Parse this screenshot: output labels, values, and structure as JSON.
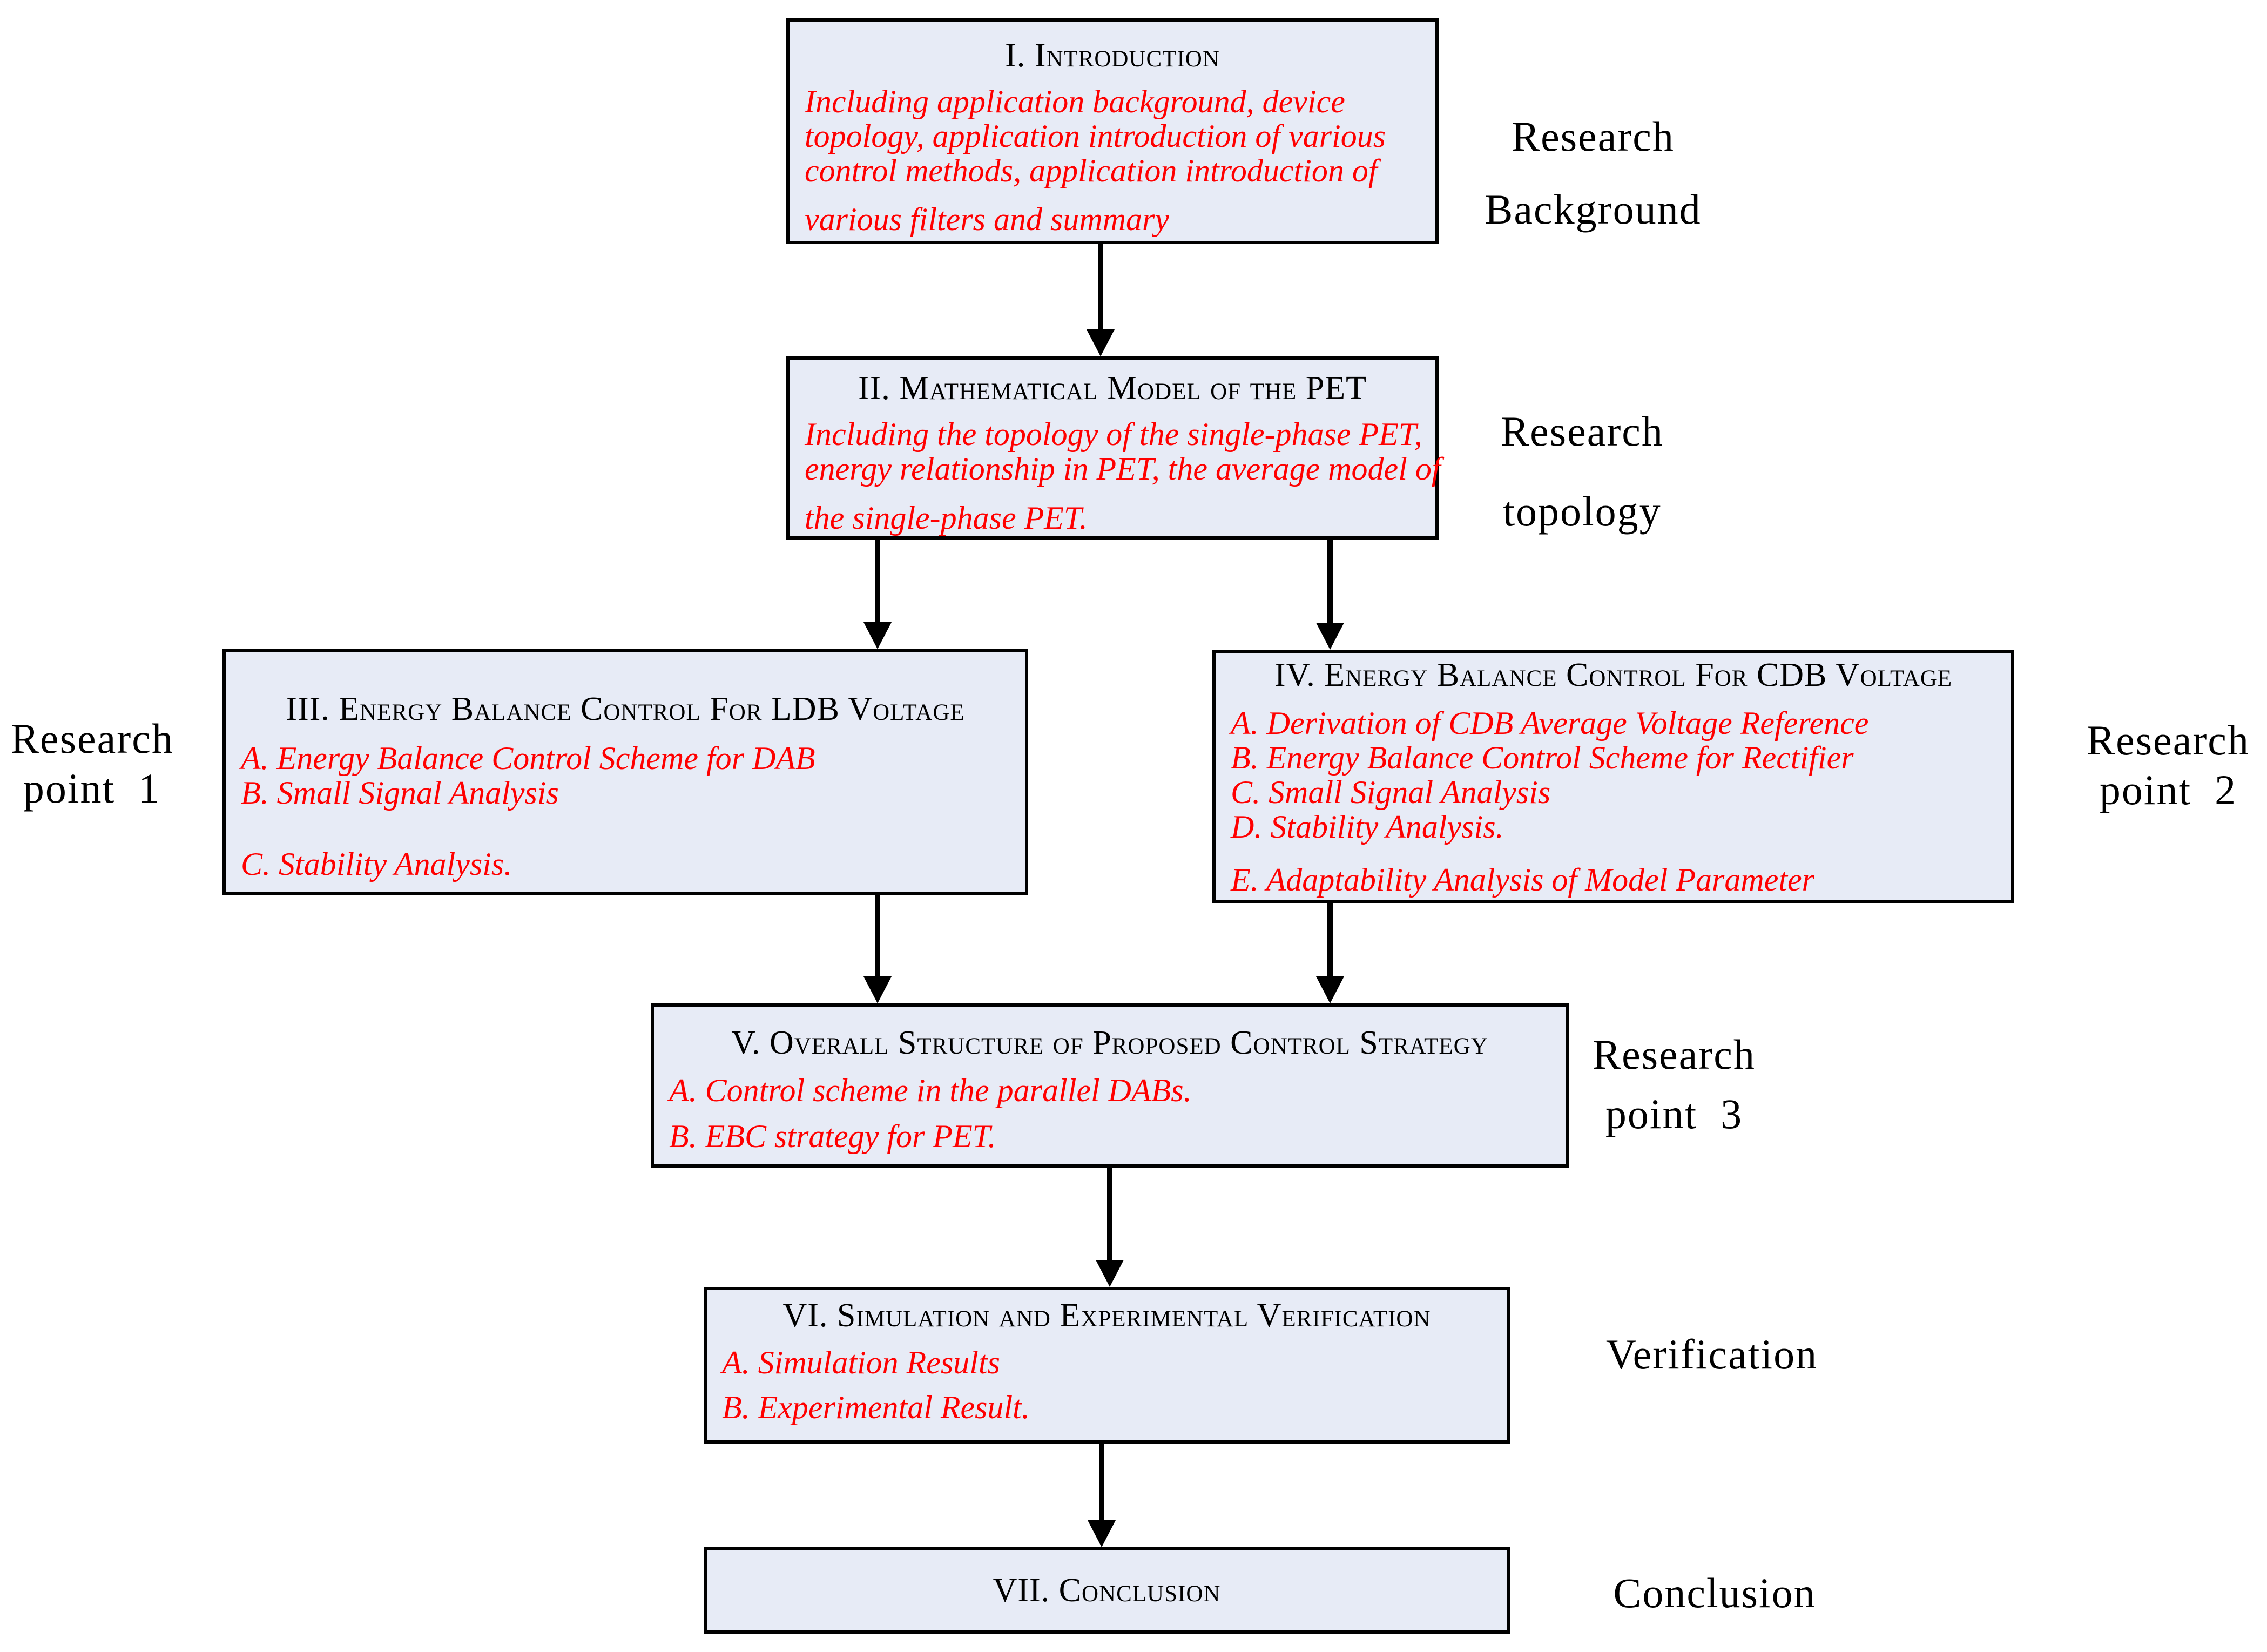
{
  "diagram": {
    "colors": {
      "background": "#ffffff",
      "box_fill": "#e7ebf6",
      "box_border": "#000000",
      "title_text": "#000000",
      "detail_text": "#ff0000",
      "label_text": "#000000"
    },
    "boxes": [
      {
        "title": "I. Introduction",
        "details": [
          "Including application background, device",
          "topology, application introduction of various",
          "control methods, application introduction of",
          "various filters and summary"
        ]
      },
      {
        "title": "II. Mathematical Model of the PET",
        "details": [
          "Including the topology of the single-phase PET,",
          "energy relationship in PET, the average model of",
          "the single-phase PET."
        ]
      },
      {
        "title": "III. Energy Balance Control For LDB Voltage",
        "details": [
          "A. Energy Balance Control Scheme for DAB",
          "B. Small Signal Analysis",
          "C. Stability Analysis."
        ]
      },
      {
        "title": "IV. Energy Balance Control For CDB Voltage",
        "details": [
          "A. Derivation of CDB Average Voltage Reference",
          "B. Energy Balance Control Scheme for Rectifier",
          "C. Small Signal Analysis",
          "D. Stability Analysis.",
          "E. Adaptability Analysis of Model Parameter"
        ]
      },
      {
        "title": "V. Overall Structure of Proposed Control Strategy",
        "details": [
          "A. Control scheme in the parallel DABs.",
          "B. EBC strategy for PET."
        ]
      },
      {
        "title": "VI. Simulation and Experimental Verification",
        "details": [
          "A. Simulation Results",
          "B. Experimental Result."
        ]
      },
      {
        "title": "VII. Conclusion",
        "details": []
      }
    ],
    "side_labels": [
      {
        "lines": [
          "Research",
          "Background"
        ]
      },
      {
        "lines": [
          "Research",
          "topology"
        ]
      },
      {
        "lines": [
          "Research",
          "point  1"
        ]
      },
      {
        "lines": [
          "Research",
          "point  2"
        ]
      },
      {
        "lines": [
          "Research",
          "point  3"
        ]
      },
      {
        "lines": [
          "Verification"
        ]
      },
      {
        "lines": [
          "Conclusion"
        ]
      }
    ]
  }
}
